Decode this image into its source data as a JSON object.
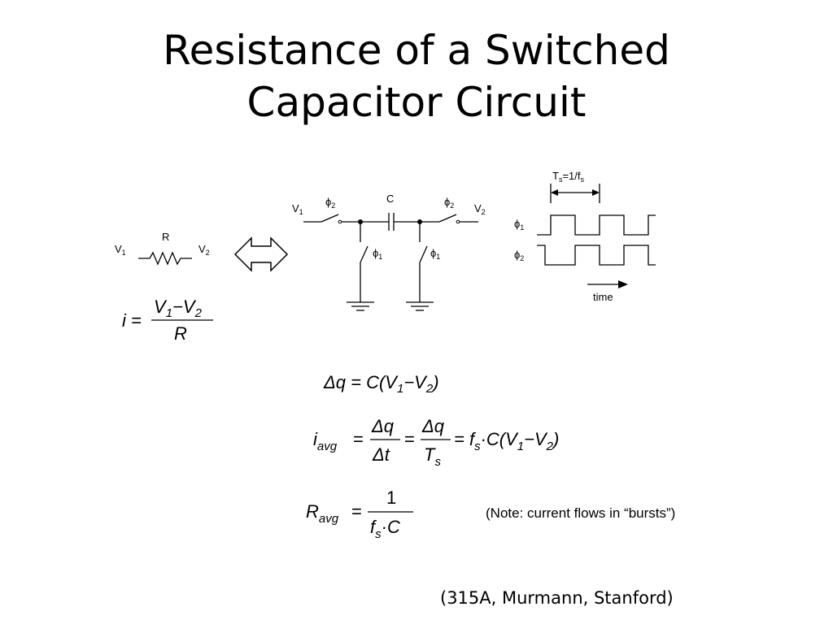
{
  "slide": {
    "title_line1": "Resistance of a Switched",
    "title_line2": "Capacitor Circuit",
    "credit": "(315A, Murmann, Stanford)"
  },
  "resistor_circuit": {
    "v1": "V",
    "v1_sub": "1",
    "r": "R",
    "v2": "V",
    "v2_sub": "2"
  },
  "sc_circuit": {
    "v1": "V",
    "v1_sub": "1",
    "phi2_left": "ϕ",
    "phi2_left_sub": "2",
    "cap": "C",
    "phi2_right": "ϕ",
    "phi2_right_sub": "2",
    "v2": "V",
    "v2_sub": "2",
    "phi1_left": "ϕ",
    "phi1_left_sub": "1",
    "phi1_right": "ϕ",
    "phi1_right_sub": "1"
  },
  "timing": {
    "period_label": "T",
    "period_sub": "s",
    "period_eq": "=1/f",
    "period_sub2": "s",
    "phi1": "ϕ",
    "phi1_sub": "1",
    "phi2": "ϕ",
    "phi2_sub": "2",
    "time_label": "time"
  },
  "equations": {
    "i_eq": "i =",
    "i_num": "V",
    "i_num_sub1": "1",
    "i_num_minus": "−V",
    "i_num_sub2": "2",
    "i_den": "R",
    "dq": "Δq = C(V",
    "dq_sub1": "1",
    "dq_mid": "−V",
    "dq_sub2": "2",
    "dq_end": ")",
    "iavg_i": "i",
    "iavg_sub": "avg",
    "iavg_eq1": "=",
    "iavg_f1_num": "Δq",
    "iavg_f1_den": "Δt",
    "iavg_eq2": "=",
    "iavg_f2_num": "Δq",
    "iavg_f2_den": "T",
    "iavg_f2_den_sub": "s",
    "iavg_rest": "= f",
    "iavg_rest_sub": "s",
    "iavg_rest2": "·C(V",
    "iavg_rest2_sub1": "1",
    "iavg_rest2_mid": "−V",
    "iavg_rest2_sub2": "2",
    "iavg_rest2_end": ")",
    "ravg_r": "R",
    "ravg_sub": "avg",
    "ravg_eq": "=",
    "ravg_num": "1",
    "ravg_den": "f",
    "ravg_den_sub": "s",
    "ravg_den_rest": "·C",
    "note": "(Note: current flows in “bursts”)"
  }
}
